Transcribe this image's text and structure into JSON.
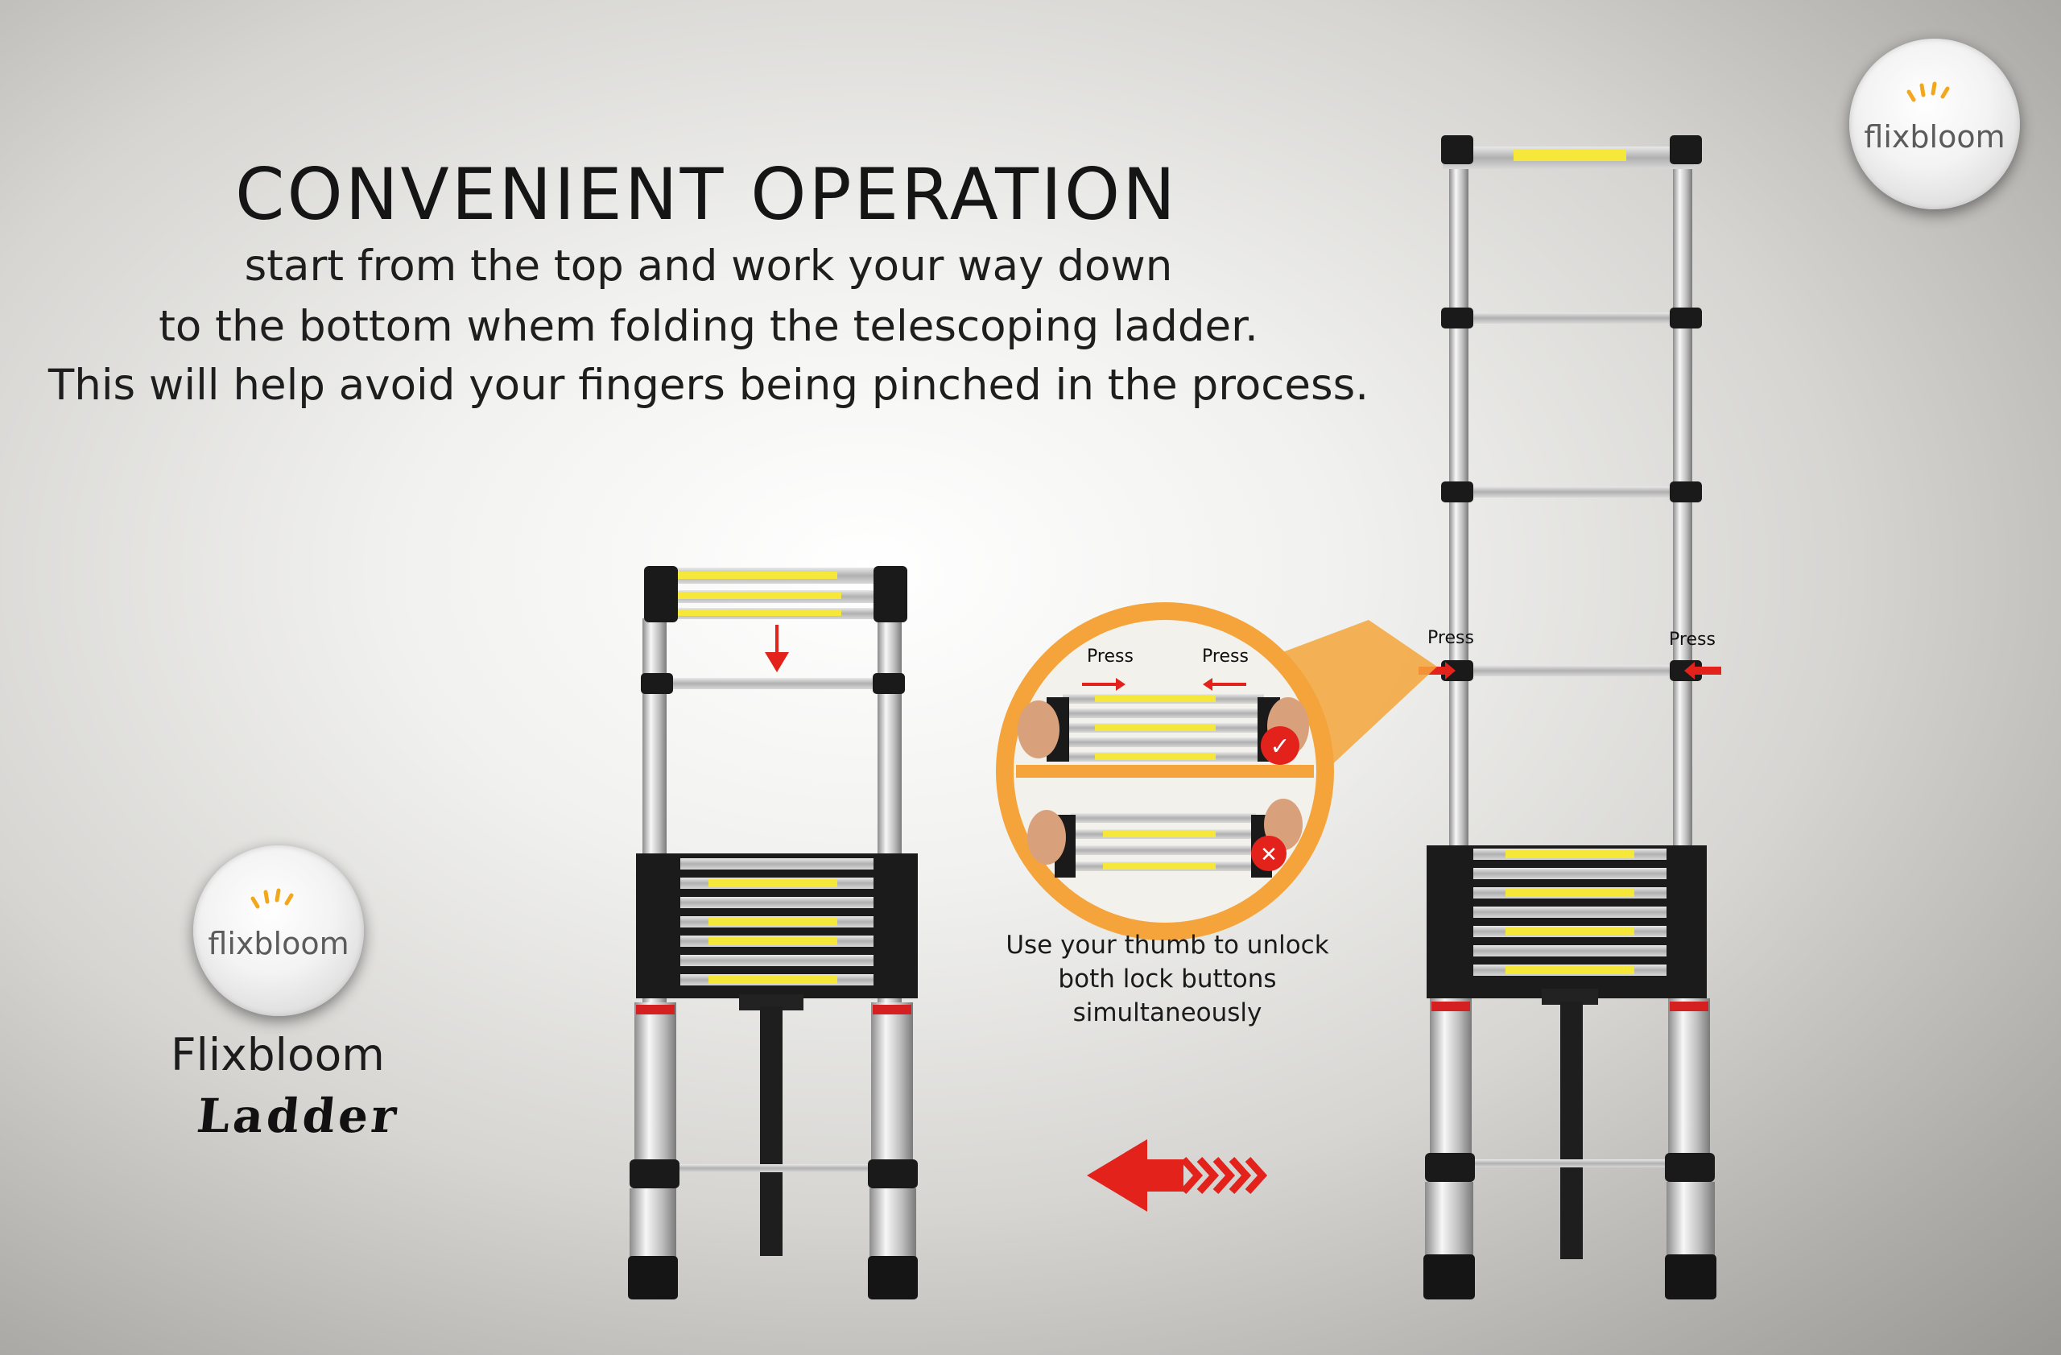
{
  "headline": "CONVENIENT OPERATION",
  "sublines": [
    "start from the top and work your way down",
    "to the bottom whem folding the telescoping ladder.",
    "This will help avoid your fingers being pinched in the process."
  ],
  "logo": {
    "wordmark": "flixbloom",
    "sun_color": "#f2a81d"
  },
  "brand": {
    "name": "Flixbloom",
    "product": "Ladder"
  },
  "callout": {
    "press_label": "Press",
    "caption_lines": [
      "Use your thumb to unlock",
      "both lock buttons",
      "simultaneously"
    ],
    "correct_badge": "✓",
    "wrong_badge": "✕"
  },
  "colors": {
    "accent_orange": "#f4a43a",
    "arrow_red": "#e3221c",
    "step_yellow": "#f5e83a"
  }
}
